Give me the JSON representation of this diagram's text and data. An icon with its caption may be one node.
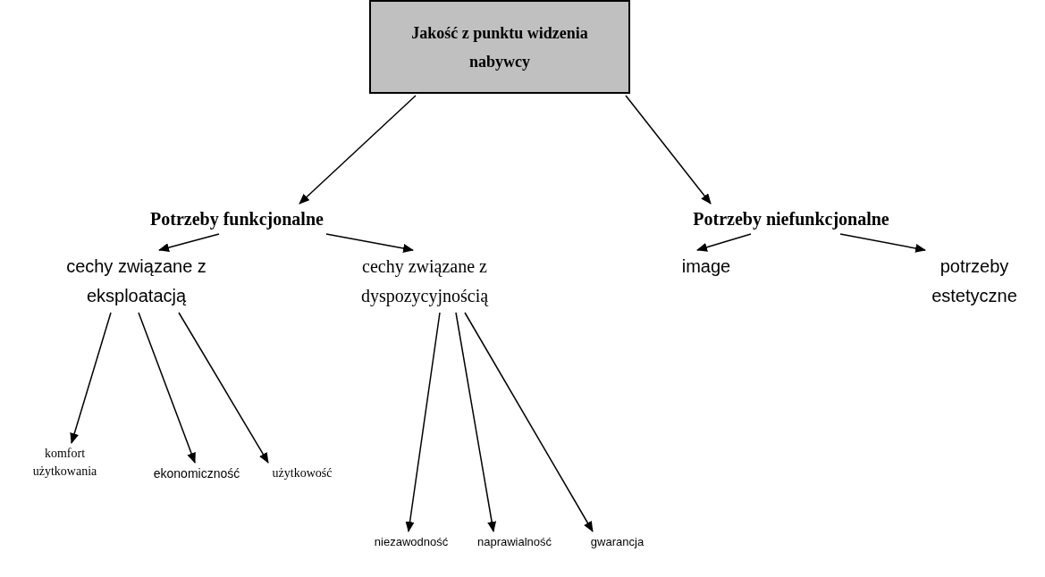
{
  "diagram": {
    "nodes": [
      {
        "text": [
          "Jakość z punktu widzenia nabywcy"
        ]
      },
      {
        "text": [
          "Potrzeby funkcjonalne"
        ]
      },
      {
        "text": [
          "Potrzeby niefunkcjonalne"
        ]
      },
      {
        "text": [
          "cechy związane z eksploatacją"
        ]
      },
      {
        "text": [
          "cechy związane z dyspozycyjnością"
        ]
      },
      {
        "text": [
          "image"
        ]
      },
      {
        "text": [
          "potrzeby estetyczne"
        ]
      },
      {
        "text": [
          "komfort użytkowania"
        ]
      },
      {
        "text": [
          "ekonomiczność"
        ]
      },
      {
        "text": [
          "użytkowość"
        ]
      },
      {
        "text": [
          "niezawodność"
        ]
      },
      {
        "text": [
          "naprawialność"
        ]
      },
      {
        "text": [
          "gwarancja"
        ]
      }
    ],
    "edges": [
      {
        "from": 0,
        "to": 1,
        "arrow": "to"
      },
      {
        "from": 0,
        "to": 2,
        "arrow": "to"
      },
      {
        "from": 1,
        "to": 3,
        "arrow": "to"
      },
      {
        "from": 1,
        "to": 4,
        "arrow": "to"
      },
      {
        "from": 2,
        "to": 5,
        "arrow": "to"
      },
      {
        "from": 2,
        "to": 6,
        "arrow": "to"
      },
      {
        "from": 3,
        "to": 7,
        "arrow": "to"
      },
      {
        "from": 3,
        "to": 8,
        "arrow": "to"
      },
      {
        "from": 3,
        "to": 9,
        "arrow": "to"
      },
      {
        "from": 4,
        "to": 10,
        "arrow": "to"
      },
      {
        "from": 4,
        "to": 11,
        "arrow": "to"
      },
      {
        "from": 4,
        "to": 12,
        "arrow": "to"
      }
    ]
  }
}
